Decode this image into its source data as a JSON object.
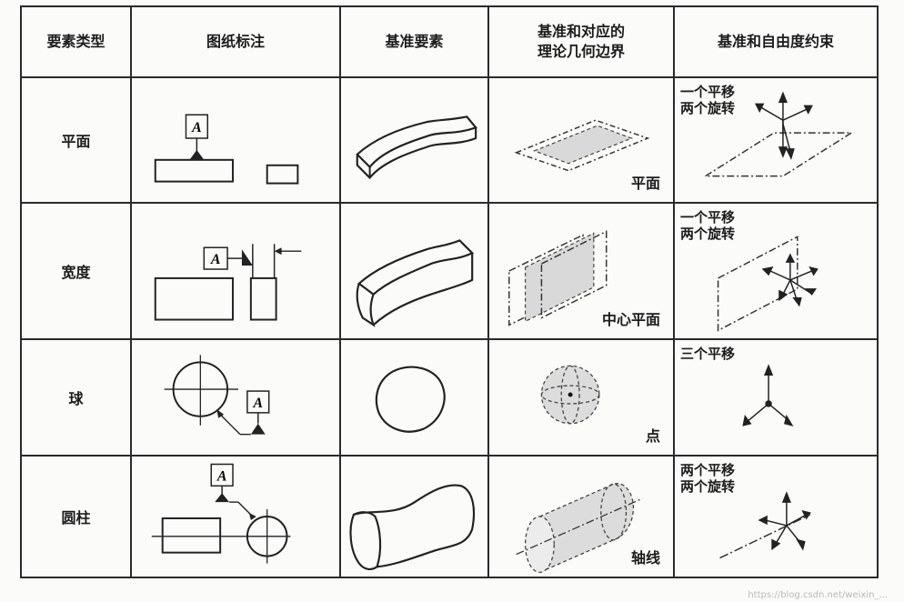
{
  "headers": {
    "type": "要素类型",
    "drawing": "图纸标注",
    "feature": "基准要素",
    "boundary_line1": "基准和对应的",
    "boundary_line2": "理论几何边界",
    "dof": "基准和自由度约束"
  },
  "rows": [
    {
      "type": "平面",
      "datum_letter": "A",
      "boundary_label": "平面",
      "dof_line1": "一个平移",
      "dof_line2": "两个旋转"
    },
    {
      "type": "宽度",
      "datum_letter": "A",
      "boundary_label": "中心平面",
      "dof_line1": "一个平移",
      "dof_line2": "两个旋转"
    },
    {
      "type": "球",
      "datum_letter": "A",
      "boundary_label": "点",
      "dof_line1": "三个平移",
      "dof_line2": ""
    },
    {
      "type": "圆柱",
      "datum_letter": "A",
      "boundary_label": "轴线",
      "dof_line1": "两个平移",
      "dof_line2": "两个旋转"
    }
  ],
  "watermark": "https://blog.csdn.net/weixin_..."
}
